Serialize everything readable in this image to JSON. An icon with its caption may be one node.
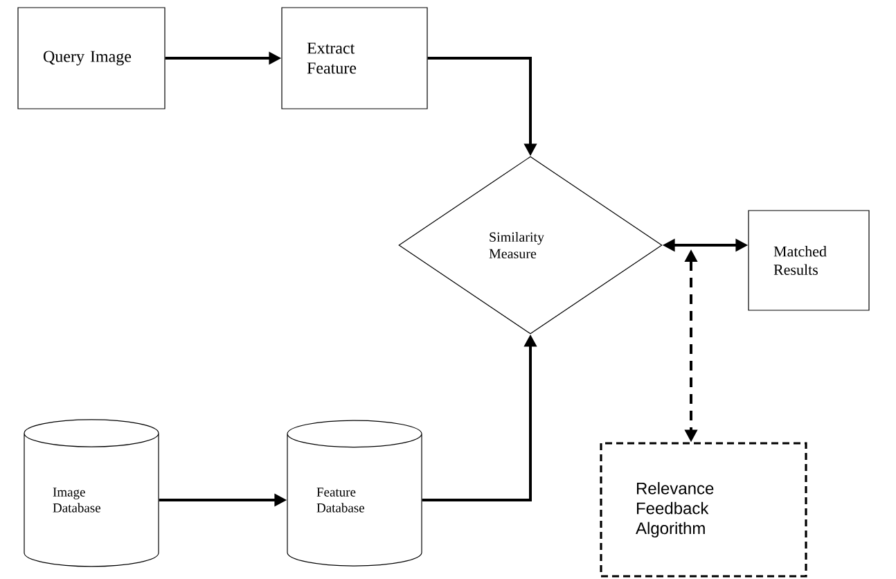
{
  "diagram": {
    "nodes": [
      {
        "text": [
          "Query Image"
        ]
      },
      {
        "text": [
          "Extract Feature"
        ]
      },
      {
        "text": [
          "Similarity Measure"
        ]
      },
      {
        "text": [
          "Matched Results"
        ]
      },
      {
        "text": [
          "Image Database"
        ]
      },
      {
        "text": [
          "Feature Database"
        ]
      },
      {
        "text": [
          "Relevance Feedback Algorithm"
        ]
      }
    ],
    "edges": [
      {
        "from": 0,
        "to": 1,
        "arrow": "to"
      },
      {
        "from": 1,
        "to": 2,
        "arrow": "to"
      },
      {
        "from": 4,
        "to": 5,
        "arrow": "to"
      },
      {
        "from": 5,
        "to": 2,
        "arrow": "to"
      },
      {
        "from": 2,
        "to": 3,
        "arrow": "both"
      },
      {
        "from": null,
        "to": 6,
        "arrow": "both",
        "style": "dashed"
      }
    ]
  }
}
